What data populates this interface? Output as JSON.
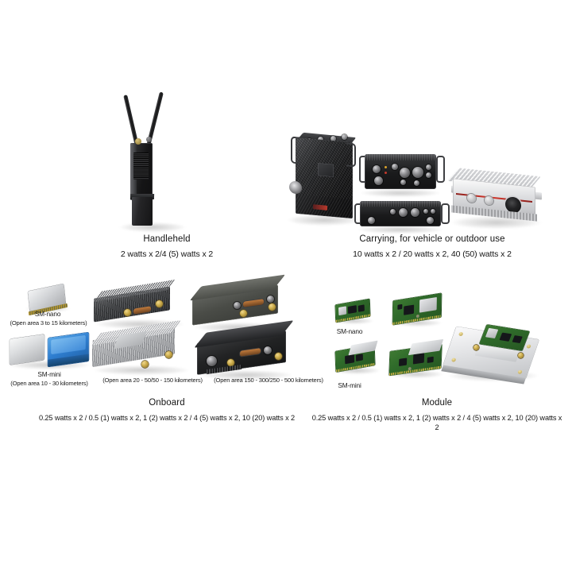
{
  "page": {
    "title": "Radio equipment product family overview",
    "background_color": "#ffffff"
  },
  "groups": [
    {
      "id": "handheld",
      "title": "Handleheld",
      "spec": "2 watts x 2/4 (5) watts x 2",
      "devices": [
        {
          "name": "handheld-radio",
          "label": "",
          "color": "#1a1b1c"
        }
      ]
    },
    {
      "id": "carrying",
      "title": "Carrying, for vehicle or outdoor use",
      "spec": "10 watts x 2 / 20 watts x 2, 40 (50) watts x 2",
      "devices": [
        {
          "name": "finned-black-amplifier-case",
          "color": "#1a1b1c"
        },
        {
          "name": "black-rack-unit-upper",
          "color": "#1a1b1c"
        },
        {
          "name": "black-rack-unit-lower",
          "color": "#1a1b1c"
        },
        {
          "name": "white-outdoor-enclosure",
          "color": "#dcdee0"
        }
      ]
    },
    {
      "id": "onboard",
      "title": "Onboard",
      "spec": "0.25 watts x 2 / 0.5 (1) watts x 2, 1 (2) watts x 2 / 4 (5) watts x 2, 10 (20) watts x 2",
      "items": [
        {
          "name": "sm-nano",
          "label": "SM-nano",
          "range": "(Open area 3 to 15 kilometers)"
        },
        {
          "name": "sm-mini",
          "label": "SM-mini",
          "range": "(Open area 10 - 30 kilometers)"
        },
        {
          "name": "amplifier-bricks",
          "label": "",
          "range": "(Open area 20 - 50/50 - 150 kilometers)"
        },
        {
          "name": "chassis-units",
          "label": "",
          "range": "(Open area 150 - 300/250 - 500 kilometers)"
        }
      ]
    },
    {
      "id": "module",
      "title": "Module",
      "spec": "0.25 watts x 2 / 0.5 (1) watts x 2, 1 (2) watts x 2 / 4 (5) watts x 2, 10 (20) watts x 2",
      "items": [
        {
          "name": "sm-nano-module",
          "label": "SM-nano"
        },
        {
          "name": "sm-mini-module",
          "label": "SM-mini"
        },
        {
          "name": "module-on-plate",
          "label": ""
        }
      ]
    }
  ],
  "colors": {
    "text": "#141414",
    "device_dark": "#1a1b1c",
    "device_silver": "#d2d4d7",
    "pcb_green": "#2f6b2a",
    "accent_red": "#d6372c",
    "accent_blue": "#2f7fd1",
    "connector_gold": "#c9a948"
  }
}
